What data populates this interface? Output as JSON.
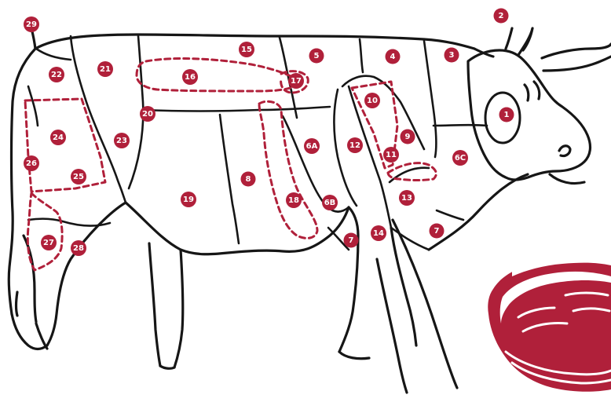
{
  "colors": {
    "accent": "#b0203a",
    "line": "#161616",
    "background": "#ffffff"
  },
  "cuts": [
    {
      "id": "cut-1",
      "label": "1"
    },
    {
      "id": "cut-2",
      "label": "2"
    },
    {
      "id": "cut-3",
      "label": "3"
    },
    {
      "id": "cut-4",
      "label": "4"
    },
    {
      "id": "cut-5",
      "label": "5"
    },
    {
      "id": "cut-6a",
      "label": "6A"
    },
    {
      "id": "cut-6b",
      "label": "6B"
    },
    {
      "id": "cut-6c",
      "label": "6C"
    },
    {
      "id": "cut-7-front",
      "label": "7"
    },
    {
      "id": "cut-7-chest",
      "label": "7"
    },
    {
      "id": "cut-8",
      "label": "8"
    },
    {
      "id": "cut-9",
      "label": "9"
    },
    {
      "id": "cut-10",
      "label": "10"
    },
    {
      "id": "cut-11",
      "label": "11"
    },
    {
      "id": "cut-12",
      "label": "12"
    },
    {
      "id": "cut-13",
      "label": "13"
    },
    {
      "id": "cut-14",
      "label": "14"
    },
    {
      "id": "cut-15",
      "label": "15"
    },
    {
      "id": "cut-16",
      "label": "16"
    },
    {
      "id": "cut-17",
      "label": "17"
    },
    {
      "id": "cut-18",
      "label": "18"
    },
    {
      "id": "cut-19",
      "label": "19"
    },
    {
      "id": "cut-20",
      "label": "20"
    },
    {
      "id": "cut-21",
      "label": "21"
    },
    {
      "id": "cut-22",
      "label": "22"
    },
    {
      "id": "cut-23",
      "label": "23"
    },
    {
      "id": "cut-24",
      "label": "24"
    },
    {
      "id": "cut-25",
      "label": "25"
    },
    {
      "id": "cut-26",
      "label": "26"
    },
    {
      "id": "cut-27",
      "label": "27"
    },
    {
      "id": "cut-28",
      "label": "28"
    },
    {
      "id": "cut-29",
      "label": "29"
    }
  ],
  "icons": {
    "steak": "steak-icon"
  }
}
